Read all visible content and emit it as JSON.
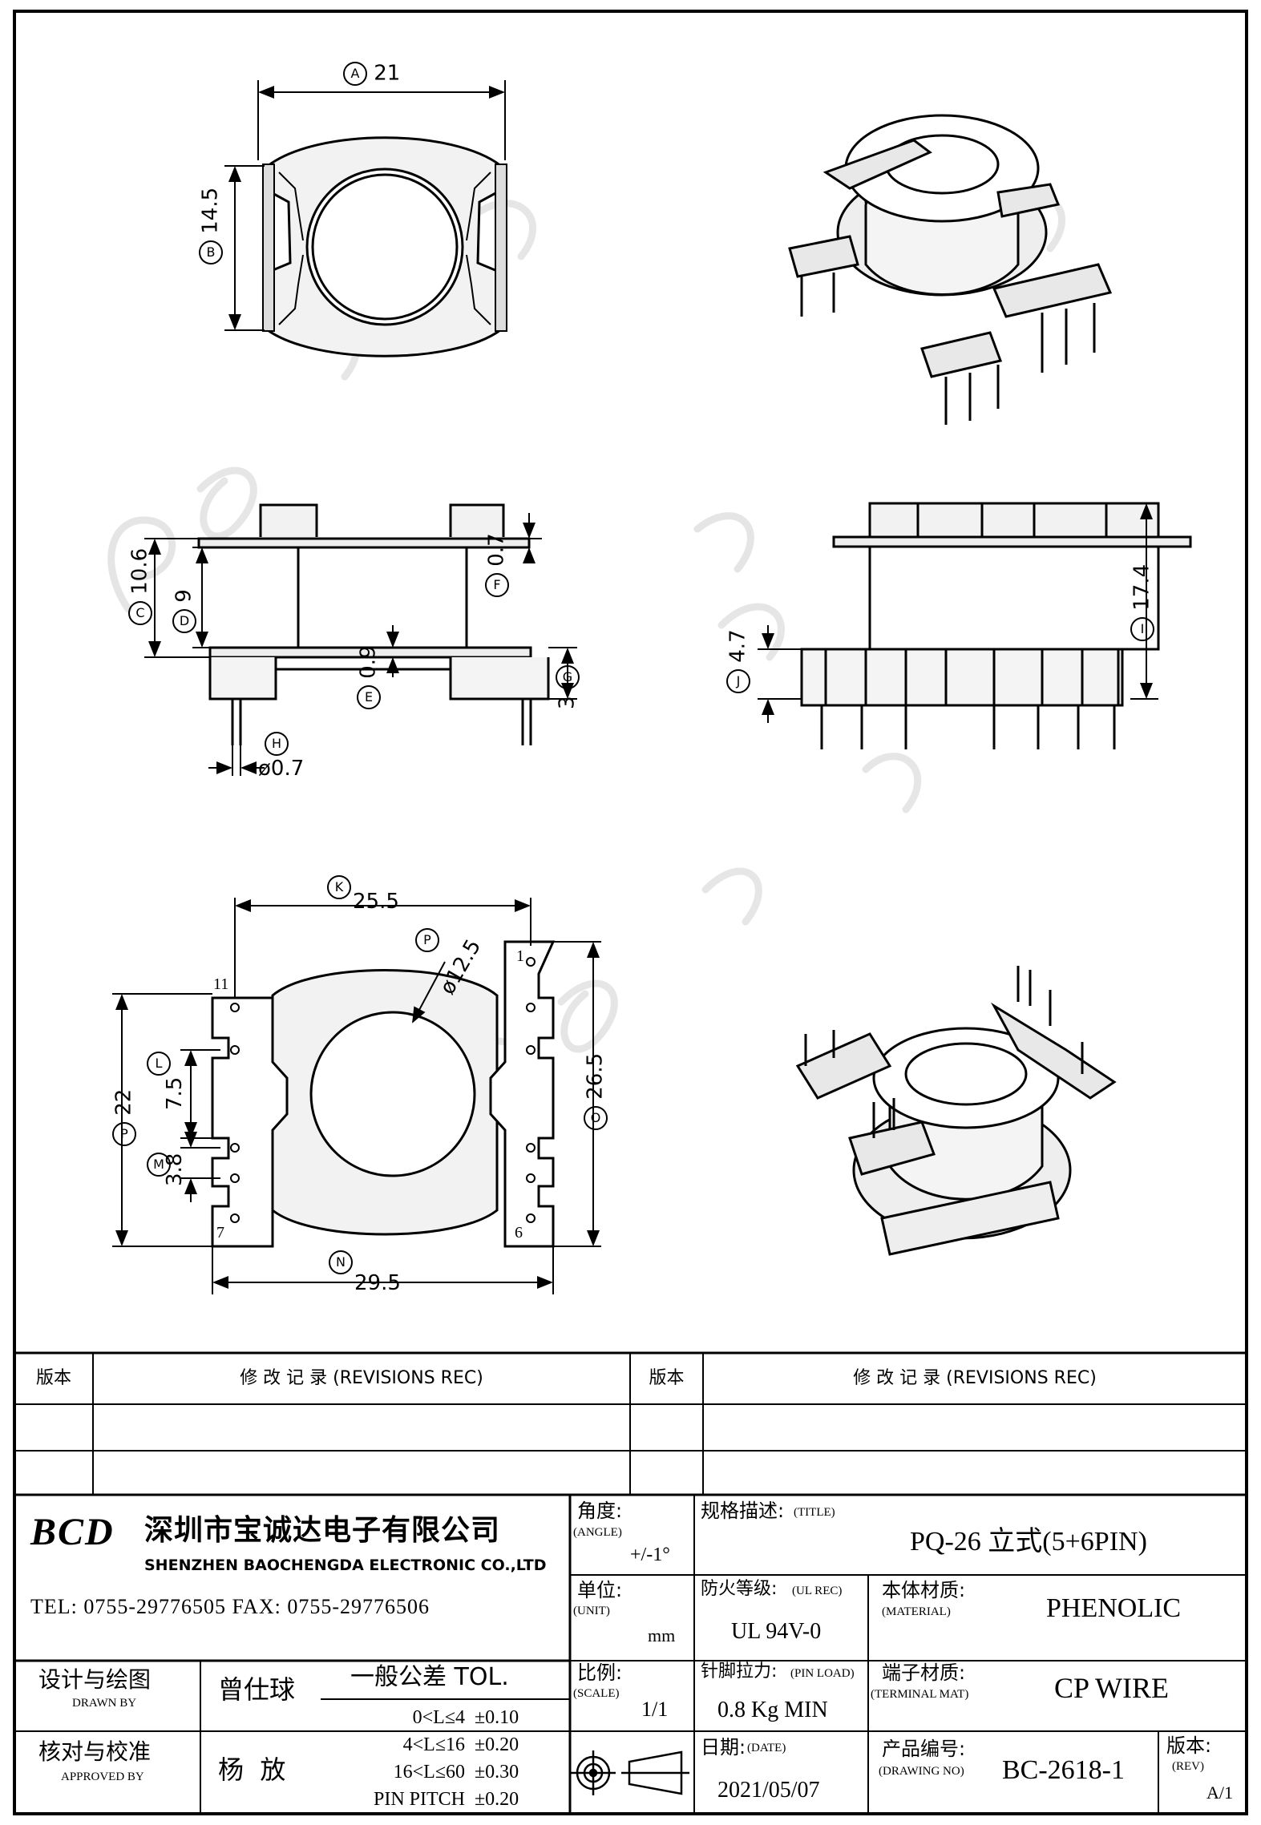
{
  "dimensions": {
    "A": {
      "letter": "A",
      "value": "21"
    },
    "B": {
      "letter": "B",
      "value": "14.5"
    },
    "C": {
      "letter": "C",
      "value": "10.6"
    },
    "D": {
      "letter": "D",
      "value": "9"
    },
    "E": {
      "letter": "E",
      "value": "0.9"
    },
    "F": {
      "letter": "F",
      "value": "0.7"
    },
    "G": {
      "letter": "G",
      "value": "3"
    },
    "H": {
      "letter": "H",
      "value": "ø0.7"
    },
    "I": {
      "letter": "I",
      "value": "17.4"
    },
    "J": {
      "letter": "J",
      "value": "4.7"
    },
    "K": {
      "letter": "K",
      "value": "25.5"
    },
    "L": {
      "letter": "L",
      "value": "7.5"
    },
    "M": {
      "letter": "M",
      "value": "3.8"
    },
    "N": {
      "letter": "N",
      "value": "29.5"
    },
    "O": {
      "letter": "O",
      "value": "26.5"
    },
    "P1": {
      "letter": "P",
      "value": "ø12.5"
    },
    "P2": {
      "letter": "P",
      "value": "22"
    }
  },
  "pins": {
    "p1": "1",
    "p6": "6",
    "p7": "7",
    "p11": "11"
  },
  "revisions": {
    "rev_header": "版本",
    "revisions_header": "修 改 记 录 (REVISIONS REC)",
    "rev_header_2": "版本",
    "revisions_header_2": "修 改 记 录 (REVISIONS REC)"
  },
  "company": {
    "logo": "BCD",
    "name_cn": "深圳市宝诚达电子有限公司",
    "name_en": "SHENZHEN BAOCHENGDA ELECTRONIC CO.,LTD",
    "contact": "TEL: 0755-29776505  FAX: 0755-29776506"
  },
  "title_block": {
    "angle_label": "角度:",
    "angle_label_en": "(ANGLE)",
    "angle_value": "+/-1°",
    "title_label": "规格描述:",
    "title_label_en": "(TITLE)",
    "title_value": "PQ-26 立式(5+6PIN)",
    "unit_label": "单位:",
    "unit_label_en": "(UNIT)",
    "unit_value": "mm",
    "ul_label": "防火等级:",
    "ul_label_en": "(UL REC)",
    "ul_value": "UL 94V-0",
    "material_label": "本体材质:",
    "material_label_en": "(MATERIAL)",
    "material_value": "PHENOLIC",
    "drawn_label": "设计与绘图",
    "drawn_label_en": "DRAWN BY",
    "drawn_value": "曾仕球",
    "tol_title": "一般公差 TOL.",
    "tol_rows": [
      {
        "range": "0<L≤4",
        "value": "±0.10"
      },
      {
        "range": "4<L≤16",
        "value": "±0.20"
      },
      {
        "range": "16<L≤60",
        "value": "±0.30"
      },
      {
        "range": "PIN PITCH",
        "value": "±0.20"
      }
    ],
    "scale_label": "比例:",
    "scale_label_en": "(SCALE)",
    "scale_value": "1/1",
    "pin_load_label": "针脚拉力:",
    "pin_load_label_en": "(PIN LOAD)",
    "pin_load_value": "0.8 Kg MIN",
    "terminal_label": "端子材质:",
    "terminal_label_en": "(TERMINAL MAT)",
    "terminal_value": "CP WIRE",
    "approved_label": "核对与校准",
    "approved_label_en": "APPROVED BY",
    "approved_value": "杨  放",
    "date_label": "日期:",
    "date_label_en": "(DATE)",
    "date_value": "2021/05/07",
    "drawing_no_label": "产品编号:",
    "drawing_no_label_en": "(DRAWING NO)",
    "drawing_no_value": "BC-2618-1",
    "rev_label": "版本:",
    "rev_label_en": "(REV)",
    "rev_value": "A/1"
  }
}
